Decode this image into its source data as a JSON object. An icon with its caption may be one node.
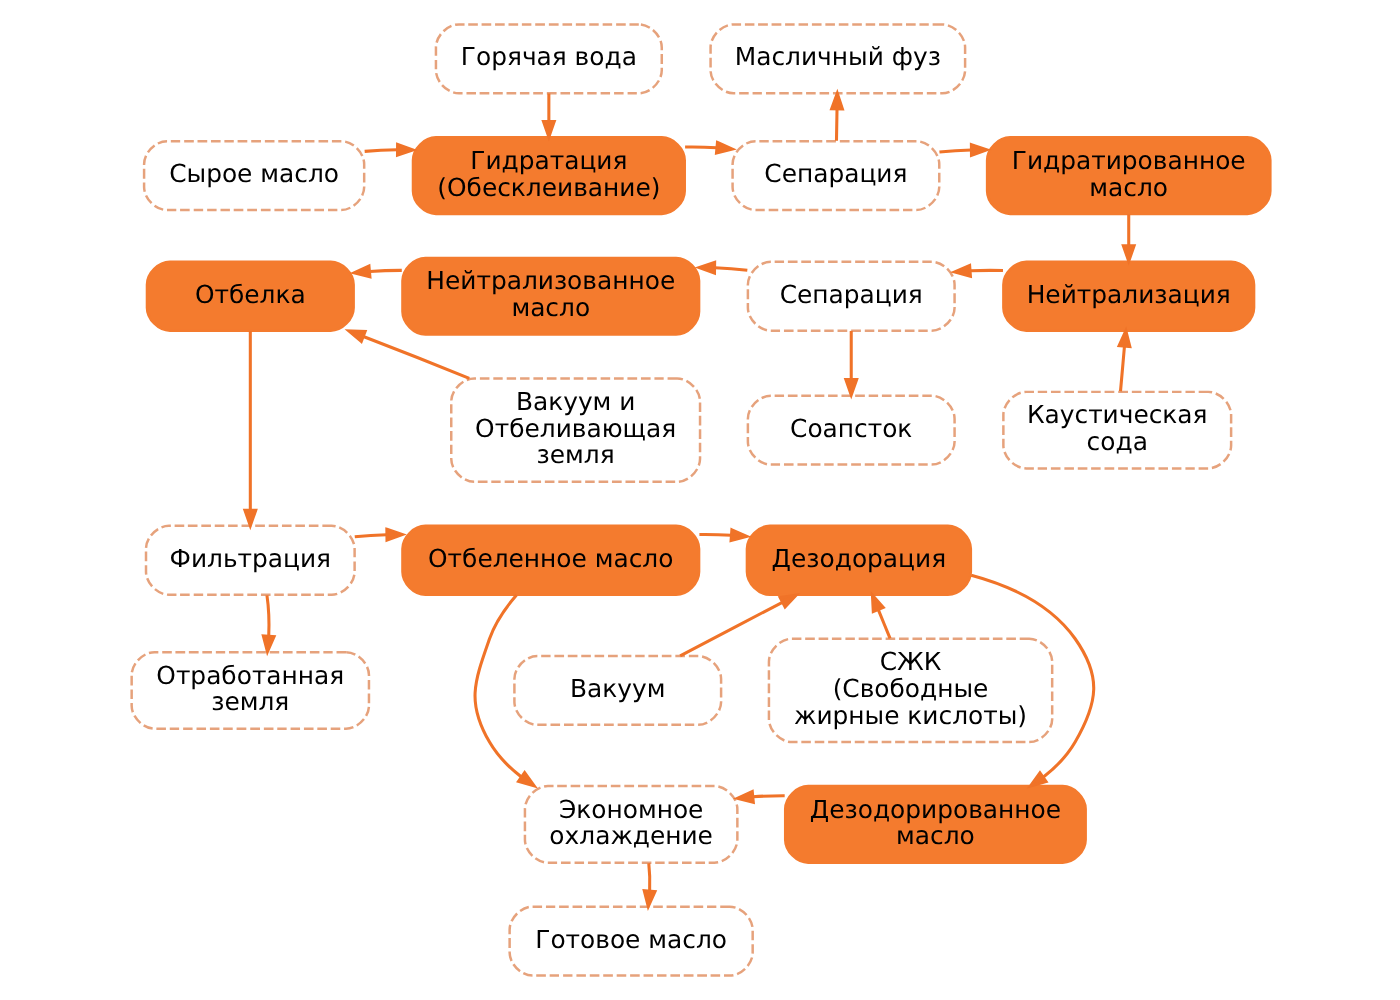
{
  "diagram": {
    "nodes": [
      {
        "text": [
          "Горячая вода"
        ]
      },
      {
        "text": [
          "Масличный фуз"
        ]
      },
      {
        "text": [
          "Сырое масло"
        ]
      },
      {
        "text": [
          "Гидратация (Обесклеивание)"
        ]
      },
      {
        "text": [
          "Сепарация"
        ]
      },
      {
        "text": [
          "Гидратированное масло"
        ]
      },
      {
        "text": [
          "Отбелка"
        ]
      },
      {
        "text": [
          "Нейтрализованное масло"
        ]
      },
      {
        "text": [
          "Сепарация"
        ]
      },
      {
        "text": [
          "Нейтрализация"
        ]
      },
      {
        "text": [
          "Вакуум и Отбеливающая земля"
        ]
      },
      {
        "text": [
          "Соапсток"
        ]
      },
      {
        "text": [
          "Каустическая сода"
        ]
      },
      {
        "text": [
          "Фильтрация"
        ]
      },
      {
        "text": [
          "Отбеленное масло"
        ]
      },
      {
        "text": [
          "Дезодорация"
        ]
      },
      {
        "text": [
          "Отработанная земля"
        ]
      },
      {
        "text": [
          "Вакуум"
        ]
      },
      {
        "text": [
          "СЖК",
          "(Свободные жирные кислоты)"
        ]
      },
      {
        "text": [
          "Экономное охлаждение"
        ]
      },
      {
        "text": [
          "Дезодорированное масло"
        ]
      },
      {
        "text": [
          "Готовое масло"
        ]
      }
    ],
    "edges": [
      {
        "from": 0,
        "to": 3,
        "arrow": "to"
      },
      {
        "from": 2,
        "to": 3,
        "arrow": "to"
      },
      {
        "from": 3,
        "to": 4,
        "arrow": "to"
      },
      {
        "from": 4,
        "to": 1,
        "arrow": "to"
      },
      {
        "from": 4,
        "to": 5,
        "arrow": "to"
      },
      {
        "from": 5,
        "to": 9,
        "arrow": "to"
      },
      {
        "from": 12,
        "to": 9,
        "arrow": "to"
      },
      {
        "from": 9,
        "to": 8,
        "arrow": "to"
      },
      {
        "from": 8,
        "to": 11,
        "arrow": "to"
      },
      {
        "from": 8,
        "to": 7,
        "arrow": "to"
      },
      {
        "from": 7,
        "to": 6,
        "arrow": "to"
      },
      {
        "from": 10,
        "to": 6,
        "arrow": "to"
      },
      {
        "from": 6,
        "to": 13,
        "arrow": "to"
      },
      {
        "from": 13,
        "to": 16,
        "arrow": "to"
      },
      {
        "from": 13,
        "to": 14,
        "arrow": "to"
      },
      {
        "from": 14,
        "to": 15,
        "arrow": "to"
      },
      {
        "from": 17,
        "to": 15,
        "arrow": "to"
      },
      {
        "from": 18,
        "to": 15,
        "arrow": "to"
      },
      {
        "from": 15,
        "to": 20,
        "arrow": "to"
      },
      {
        "from": 20,
        "to": 19,
        "arrow": "to"
      },
      {
        "from": 14,
        "to": 19,
        "arrow": "to"
      },
      {
        "from": 19,
        "to": 21,
        "arrow": "to"
      }
    ]
  }
}
